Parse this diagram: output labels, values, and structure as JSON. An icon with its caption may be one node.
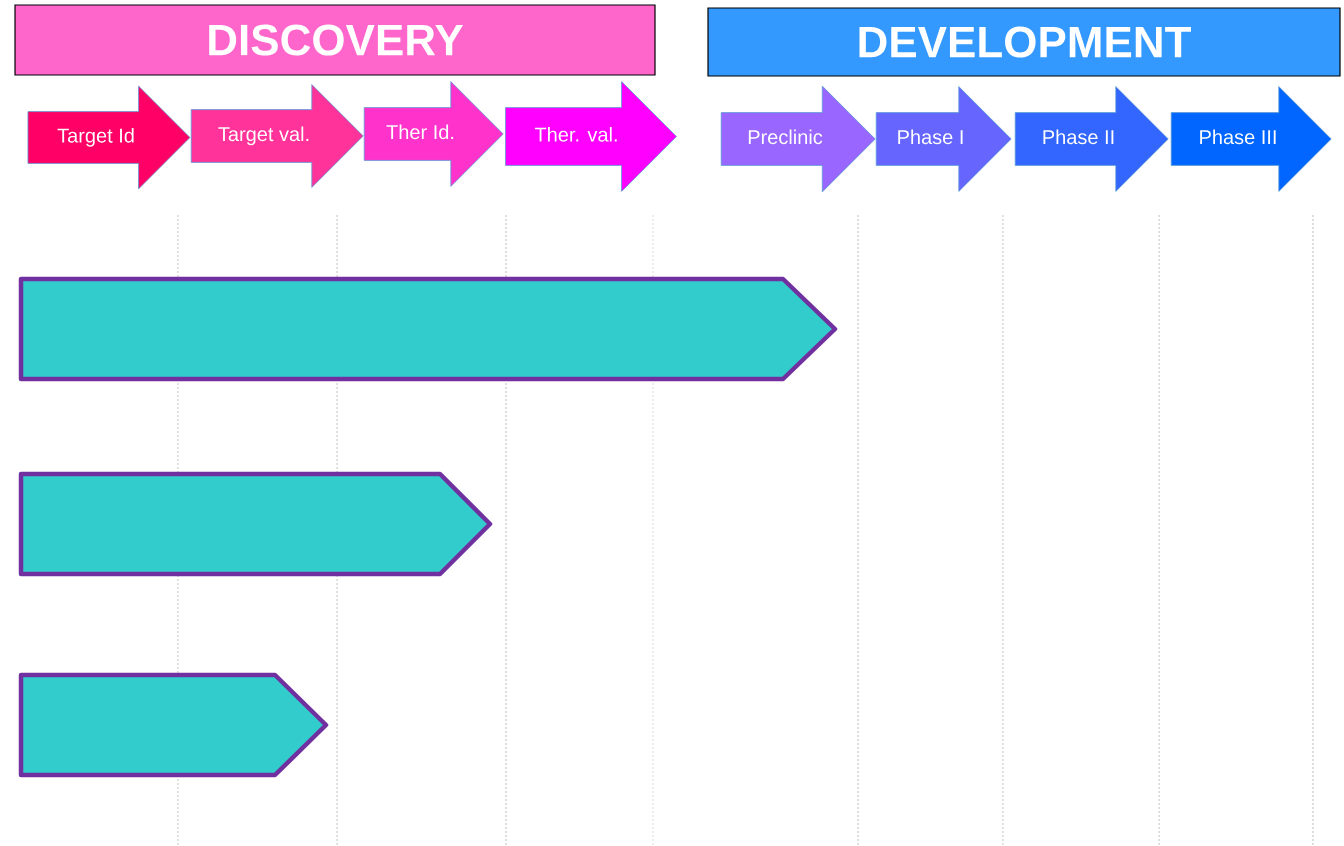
{
  "diagram": {
    "nodes": [
      {
        "text": [
          "DISCOVERY"
        ]
      },
      {
        "text": [
          "DEVELOPMENT"
        ]
      },
      {
        "text": [
          "Target Id"
        ]
      },
      {
        "text": [
          "Target val."
        ]
      },
      {
        "text": [
          "Ther Id."
        ]
      },
      {
        "text": [
          "Ther. val."
        ]
      },
      {
        "text": [
          "Preclinic"
        ]
      },
      {
        "text": [
          "Phase I"
        ]
      },
      {
        "text": [
          "Phase II"
        ]
      },
      {
        "text": [
          "Phase III"
        ]
      },
      {
        "text": [],
        "shape": "bar"
      },
      {
        "text": [],
        "shape": "bar"
      },
      {
        "text": [],
        "shape": "bar"
      }
    ]
  }
}
